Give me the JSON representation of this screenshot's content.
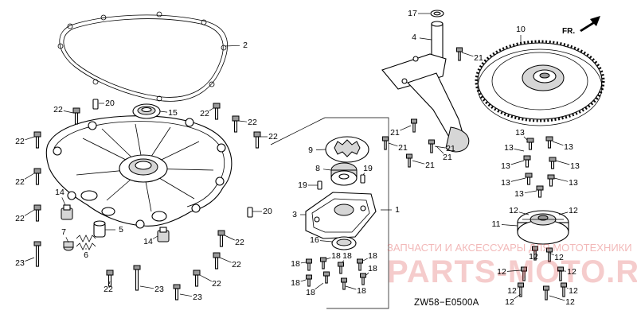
{
  "diagram": {
    "code": "ZW58−E0500A",
    "direction_label": "FR.",
    "watermark": {
      "line1": "ЗАПЧАСТИ И АКСЕССУАРЫ ДЛЯ МОТОТЕХНИКИ",
      "line2": "PARTS-MOTO.RU"
    },
    "colors": {
      "ink": "#000000",
      "watermark": "#d72828"
    }
  },
  "callouts": [
    {
      "name": "callout-gasket",
      "label": "2"
    },
    {
      "name": "callout-oil-pipe",
      "label": "4"
    },
    {
      "name": "callout-seal-ring-top",
      "label": "17"
    },
    {
      "name": "callout-flywheel",
      "label": "10"
    },
    {
      "name": "callout-pipe-bolt-a",
      "label": "21"
    },
    {
      "name": "callout-pipe-bolt-b",
      "label": "21"
    },
    {
      "name": "callout-pipe-bolt-c",
      "label": "21"
    },
    {
      "name": "callout-pipe-bolt-d",
      "label": "21"
    },
    {
      "name": "callout-pipe-bolt-e",
      "label": "21"
    },
    {
      "name": "callout-pipe-bolt-f",
      "label": "21"
    },
    {
      "name": "callout-dowel-pin-top",
      "label": "20"
    },
    {
      "name": "callout-oil-seal",
      "label": "15"
    },
    {
      "name": "callout-case-bolt-l1",
      "label": "22"
    },
    {
      "name": "callout-case-bolt-l2",
      "label": "22"
    },
    {
      "name": "callout-case-bolt-l3",
      "label": "22"
    },
    {
      "name": "callout-case-bolt-l4",
      "label": "22"
    },
    {
      "name": "callout-case-bolt-t1",
      "label": "22"
    },
    {
      "name": "callout-case-bolt-t2",
      "label": "22"
    },
    {
      "name": "callout-case-bolt-t3",
      "label": "22"
    },
    {
      "name": "callout-case-bolt-r1",
      "label": "22"
    },
    {
      "name": "callout-case-bolt-b1",
      "label": "22"
    },
    {
      "name": "callout-case-bolt-b2",
      "label": "22"
    },
    {
      "name": "callout-case-bolt-b3",
      "label": "22"
    },
    {
      "name": "callout-drain-plug-l",
      "label": "14"
    },
    {
      "name": "callout-drain-plug-b",
      "label": "14"
    },
    {
      "name": "callout-relief-valve",
      "label": "7"
    },
    {
      "name": "callout-spring",
      "label": "6"
    },
    {
      "name": "callout-relief-cap",
      "label": "5"
    },
    {
      "name": "callout-case-stud-l1",
      "label": "23"
    },
    {
      "name": "callout-case-stud-b1",
      "label": "23"
    },
    {
      "name": "callout-case-stud-b2",
      "label": "23"
    },
    {
      "name": "callout-outer-rotor",
      "label": "9"
    },
    {
      "name": "callout-inner-rotor",
      "label": "8"
    },
    {
      "name": "callout-pump-pin-a",
      "label": "19"
    },
    {
      "name": "callout-pump-pin-b",
      "label": "19"
    },
    {
      "name": "callout-pump-body",
      "label": "3"
    },
    {
      "name": "callout-pump-assembly",
      "label": "1"
    },
    {
      "name": "callout-dowel-pin-mid",
      "label": "20"
    },
    {
      "name": "callout-pump-seal",
      "label": "16"
    },
    {
      "name": "callout-pump-screw-a",
      "label": "18"
    },
    {
      "name": "callout-pump-screw-b",
      "label": "18"
    },
    {
      "name": "callout-pump-screw-c",
      "label": "18"
    },
    {
      "name": "callout-pump-screw-d",
      "label": "18"
    },
    {
      "name": "callout-pump-screw-e",
      "label": "18"
    },
    {
      "name": "callout-pump-screw-f",
      "label": "18"
    },
    {
      "name": "callout-pump-screw-g",
      "label": "18"
    },
    {
      "name": "callout-pump-screw-h",
      "label": "18"
    },
    {
      "name": "callout-flywheel-bolt-l1",
      "label": "13"
    },
    {
      "name": "callout-flywheel-bolt-r1",
      "label": "13"
    },
    {
      "name": "callout-flywheel-bolt-l2",
      "label": "13"
    },
    {
      "name": "callout-flywheel-bolt-r2",
      "label": "13"
    },
    {
      "name": "callout-flywheel-bolt-l3",
      "label": "13"
    },
    {
      "name": "callout-flywheel-bolt-r3",
      "label": "13"
    },
    {
      "name": "callout-flywheel-bolt-l4",
      "label": "13"
    },
    {
      "name": "callout-flywheel-bolt-r4",
      "label": "13"
    },
    {
      "name": "callout-hub-bolt-1",
      "label": "12"
    },
    {
      "name": "callout-hub-bolt-2",
      "label": "12"
    },
    {
      "name": "callout-hub",
      "label": "11"
    },
    {
      "name": "callout-hub-bolt-3",
      "label": "12"
    },
    {
      "name": "callout-hub-bolt-4",
      "label": "12"
    },
    {
      "name": "callout-hub-bolt-5",
      "label": "12"
    },
    {
      "name": "callout-hub-bolt-6",
      "label": "12"
    },
    {
      "name": "callout-hub-bolt-7",
      "label": "12"
    },
    {
      "name": "callout-hub-bolt-8",
      "label": "12"
    },
    {
      "name": "callout-hub-bolt-9",
      "label": "12"
    },
    {
      "name": "callout-hub-bolt-10",
      "label": "12"
    }
  ]
}
